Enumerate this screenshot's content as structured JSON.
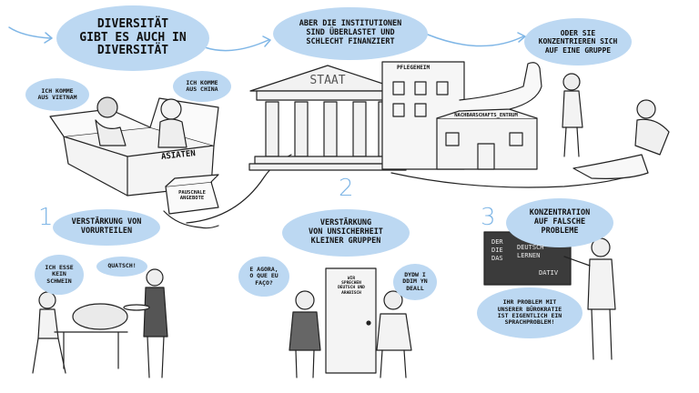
{
  "bubbles": {
    "main_title": "Diversität\ngibt es auch in\nDiversität",
    "institutions": "Aber die Institutionen\nsind überlastet und\nschlecht finanziert",
    "focus_group": "oder sie\nkonzentrieren sich\nauf eine Gruppe",
    "vietnam": "Ich komme\naus Vietnam",
    "china": "Ich komme\naus China",
    "prejudice": "Verstärkung von\nVorurteilen",
    "no_pork": "Ich esse\nkein\nSchwein",
    "quatsch": "Quatsch!",
    "insecurity": "Verstärkung\nvon Unsicherheit\nkleiner Gruppen",
    "portuguese": "E agora,\no que eu\nfaço?",
    "welsh": "Dydw i\nddim yn\ndeall",
    "wrong_problems": "Konzentration\nauf falsche\nProbleme",
    "bureaucracy": "Ihr Problem mit\nunserer Bürokratie\nist eigentlich ein\nSprachproblem!"
  },
  "labels": {
    "box": "Asiaten",
    "package": "Pauschale\nAngebote",
    "staat": "STAAT",
    "pflegeheim": "Pflegeheim",
    "nachbarschaft": "Nachbarschafts_Entrum",
    "door_sign": "Wir\nsprechen\nDeutsch und\nArabisch"
  },
  "numbers": {
    "one": "1",
    "two": "2",
    "three": "3"
  },
  "board": {
    "left": "der\ndie\ndas",
    "mid": "Deutsch\nLernen",
    "right": "Dativ"
  },
  "colors": {
    "bubble": "#bcd8f2",
    "accent": "#7fb6e6",
    "ink": "#222222",
    "board": "#3b3b3b"
  }
}
